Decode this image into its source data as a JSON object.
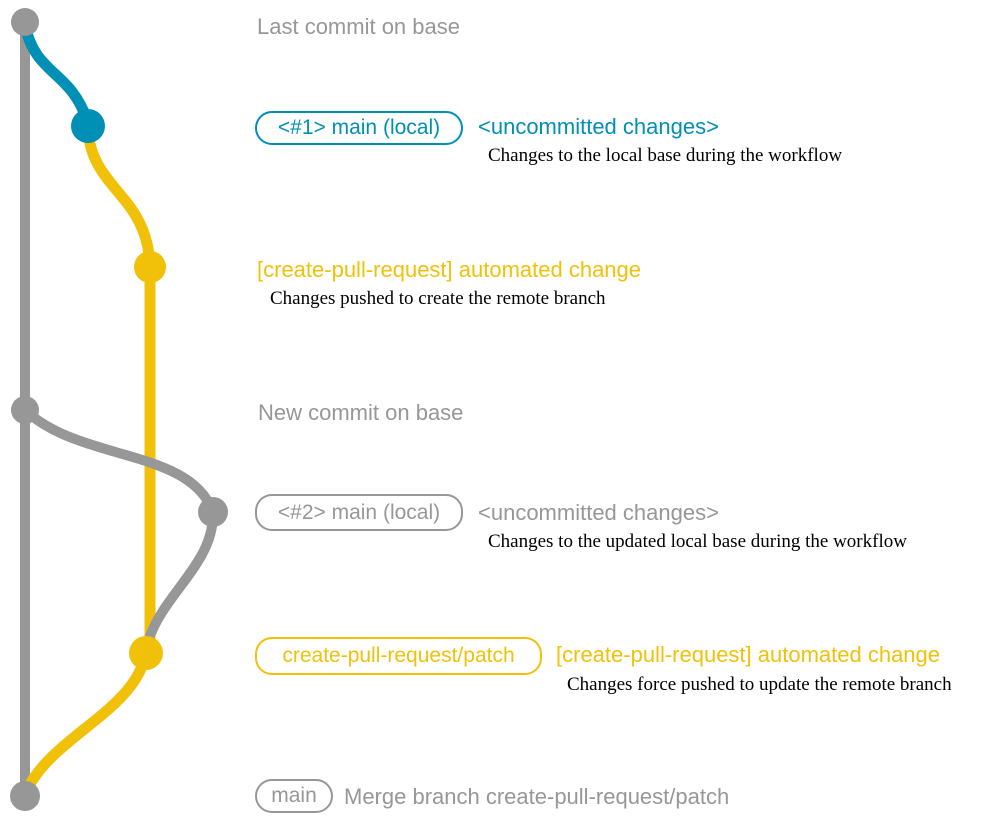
{
  "colors": {
    "gray": "#979797",
    "blue": "#008fb5",
    "yellow": "#f1c109",
    "text": "#000000",
    "background": "#ffffff"
  },
  "annotations": {
    "last_commit": {
      "label": "Last commit on base"
    },
    "uncommitted_1": {
      "badge": "<#1> main (local)",
      "message": "<uncommitted changes>",
      "detail": "Changes to the local base during the workflow"
    },
    "automated_1": {
      "message": "[create-pull-request] automated change",
      "detail": "Changes pushed to create the remote branch"
    },
    "new_commit": {
      "label": "New commit on base"
    },
    "uncommitted_2": {
      "badge": "<#2> main (local)",
      "message": "<uncommitted changes>",
      "detail": "Changes to the updated local base during the workflow"
    },
    "automated_2": {
      "badge": "create-pull-request/patch",
      "message": "[create-pull-request] automated change",
      "detail": "Changes force pushed to update the remote branch"
    },
    "merge": {
      "badge": "main",
      "message": "Merge branch create-pull-request/patch"
    }
  }
}
